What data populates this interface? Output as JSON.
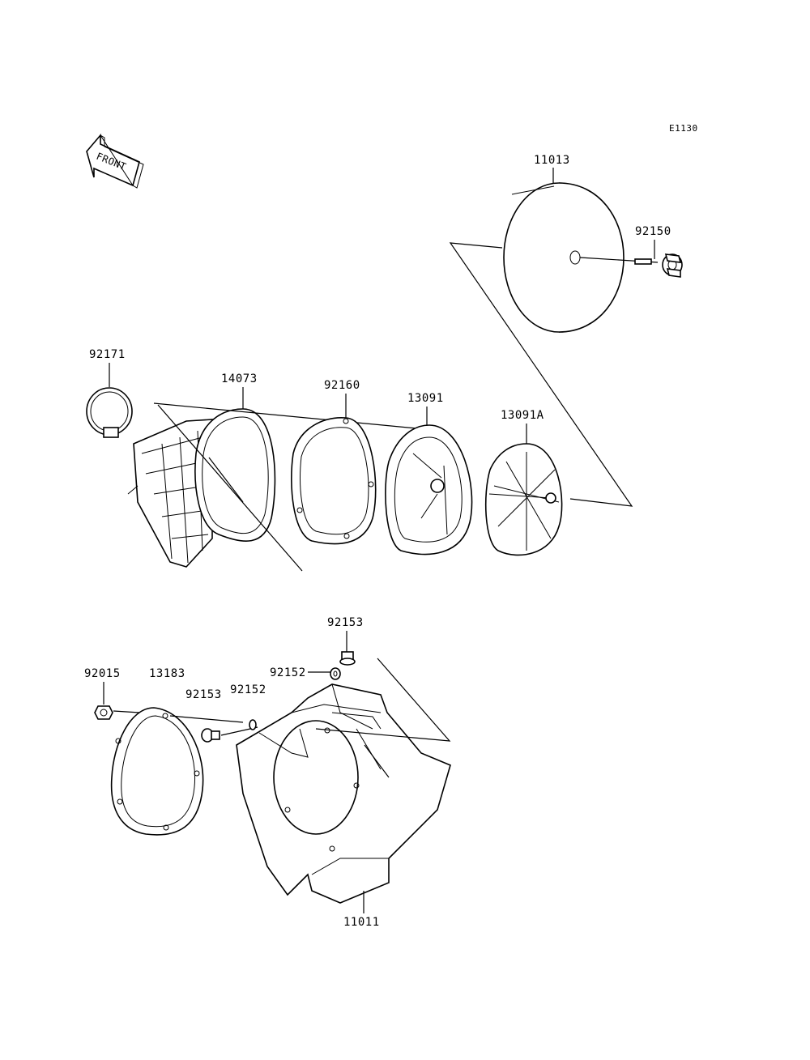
{
  "diagram": {
    "reference_code": "E1130",
    "front_label": "FRONT",
    "parts": {
      "p11013": "11013",
      "p92150": "92150",
      "p92171": "92171",
      "p14073": "14073",
      "p92160": "92160",
      "p13091": "13091",
      "p13091A": "13091A",
      "p92153_top": "92153",
      "p92015": "92015",
      "p13183": "13183",
      "p92152_right": "92152",
      "p92153_left": "92153",
      "p92152_left": "92152",
      "p11011": "11011"
    }
  }
}
